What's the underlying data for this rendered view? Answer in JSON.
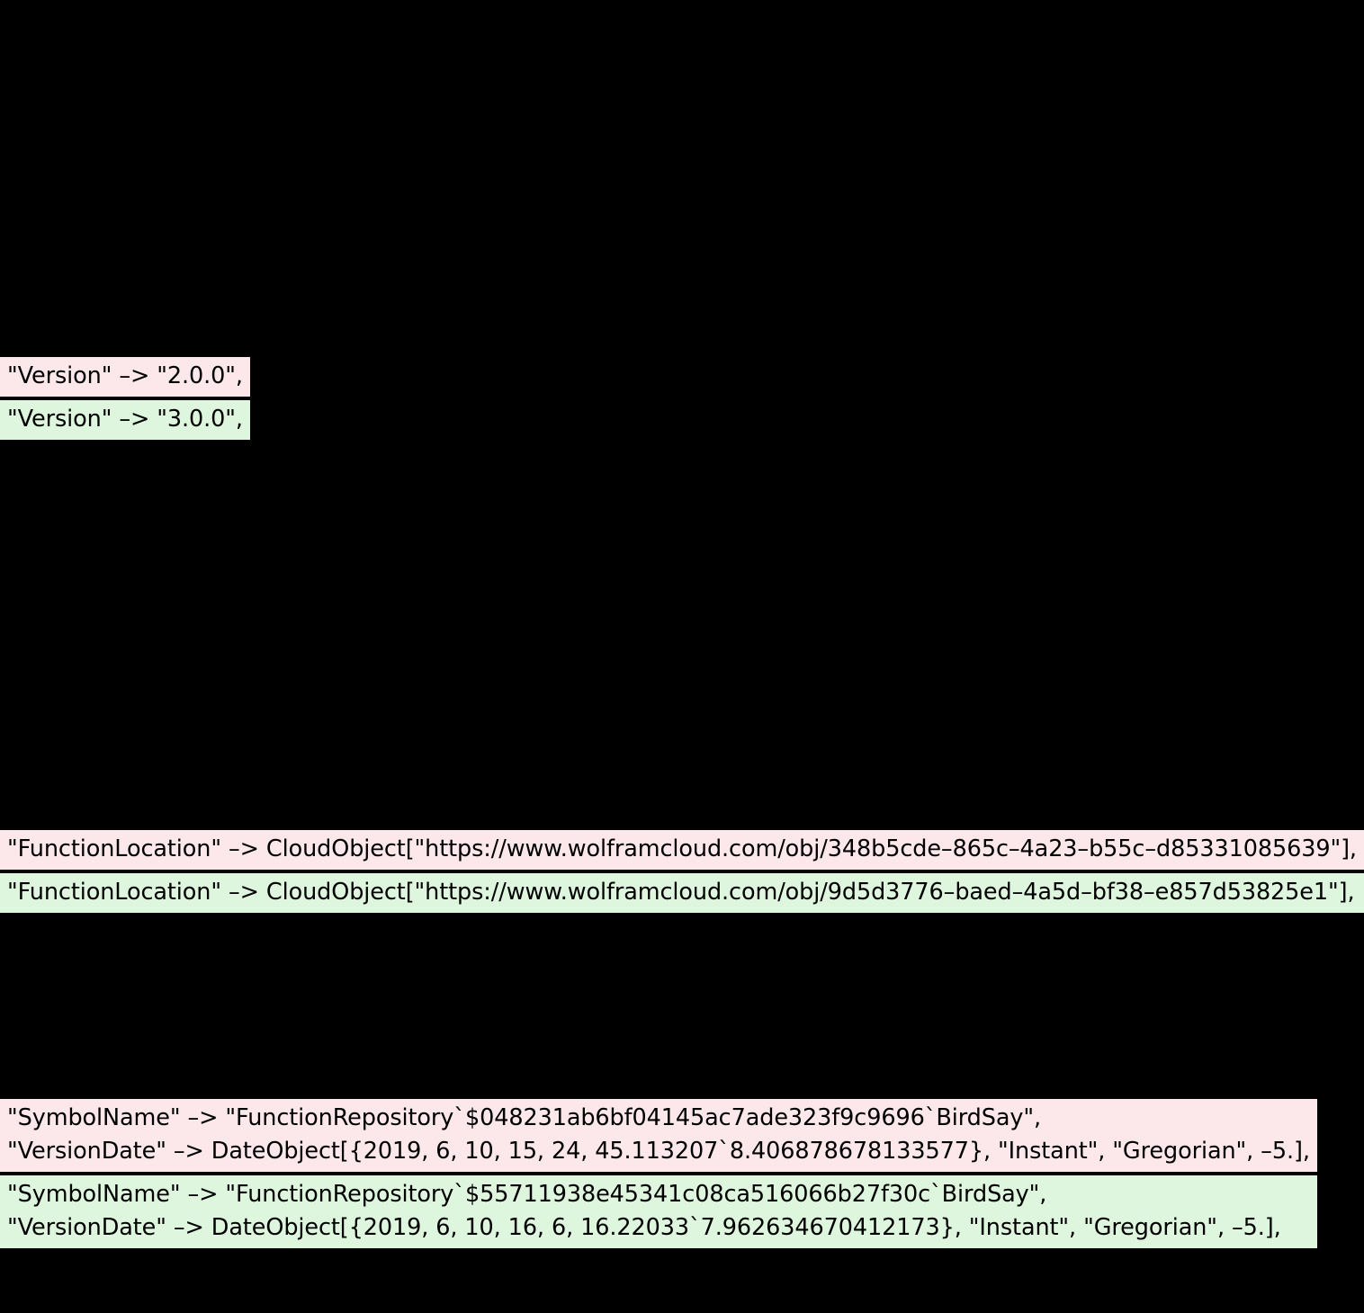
{
  "view": {
    "kind": "text-diff",
    "background_color": "#000000",
    "removed_line_bg": "#fce8ea",
    "added_line_bg": "#ddf6dd",
    "removed_highlight_bg": "#ffb0b0",
    "added_highlight_bg": "#93e994",
    "text_color": "#000000"
  },
  "diffs": [
    {
      "id": "version",
      "removed": {
        "lines": [
          [
            {
              "text": "\"Version\" –> \"",
              "highlight": false
            },
            {
              "text": "2",
              "highlight": true
            },
            {
              "text": ".0.0\",",
              "highlight": false
            }
          ]
        ]
      },
      "added": {
        "lines": [
          [
            {
              "text": "\"Version\" –> \"",
              "highlight": false
            },
            {
              "text": "3",
              "highlight": true
            },
            {
              "text": ".0.0\",",
              "highlight": false
            }
          ]
        ]
      }
    },
    {
      "id": "function-location",
      "removed": {
        "lines": [
          [
            {
              "text": "\"FunctionLocation\" –> CloudObject[\"https://www.wolframcloud.com/obj/",
              "highlight": false
            },
            {
              "text": "348b5cde–865c",
              "highlight": true
            },
            {
              "text": "–4a",
              "highlight": false
            },
            {
              "text": "23–b55c–d85331085639",
              "highlight": true
            },
            {
              "text": "\"],",
              "highlight": false
            }
          ]
        ]
      },
      "added": {
        "lines": [
          [
            {
              "text": "\"FunctionLocation\" –> CloudObject[\"https://www.wolframcloud.com/obj/",
              "highlight": false
            },
            {
              "text": "9d5d3776–baed",
              "highlight": true
            },
            {
              "text": "–4a",
              "highlight": false
            },
            {
              "text": "5d–bf38–e857d53825e1",
              "highlight": true
            },
            {
              "text": "\"],",
              "highlight": false
            }
          ]
        ]
      }
    },
    {
      "id": "symbol-name-version-date",
      "removed": {
        "lines": [
          [
            {
              "text": "\"SymbolName\" –> \"FunctionRepository`$",
              "highlight": false
            },
            {
              "text": "048231ab6bf04145ac7ade323f9c9696",
              "highlight": true
            },
            {
              "text": "`BirdSay\",",
              "highlight": false
            }
          ],
          [
            {
              "text": "\"VersionDate\" –> DateObject[{2019, 6, 10, 1",
              "highlight": false
            },
            {
              "text": "5, 24, 45.113207`8.406878678133577",
              "highlight": true
            },
            {
              "text": "}, \"Instant\", \"Gregorian\", –5.],",
              "highlight": false
            }
          ]
        ]
      },
      "added": {
        "lines": [
          [
            {
              "text": "\"SymbolName\" –> \"FunctionRepository`$",
              "highlight": false
            },
            {
              "text": "55711938e45341c08ca516066b27f30c",
              "highlight": true
            },
            {
              "text": "`BirdSay\",",
              "highlight": false
            }
          ],
          [
            {
              "text": "\"VersionDate\" –> DateObject[{2019, 6, 10, 1",
              "highlight": false
            },
            {
              "text": "6, 6, 16.22033`7.962634670412173",
              "highlight": true
            },
            {
              "text": "}, \"Instant\", \"Gregorian\", –5.],",
              "highlight": false
            }
          ]
        ]
      }
    }
  ]
}
